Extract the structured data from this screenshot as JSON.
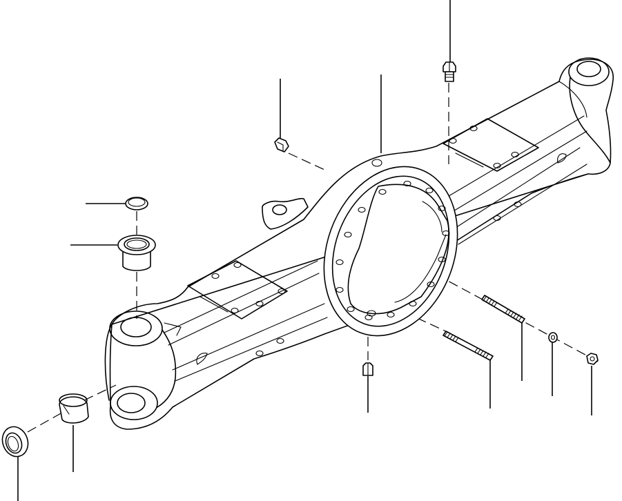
{
  "diagram": {
    "kind": "exploded-parts-view",
    "subject": "axle housing",
    "line_color": "#000000",
    "background": "#ffffff",
    "parts": [
      {
        "name": "axle-housing"
      },
      {
        "name": "breather-plug"
      },
      {
        "name": "plug-top"
      },
      {
        "name": "cap"
      },
      {
        "name": "bushing-flanged"
      },
      {
        "name": "drain-plug"
      },
      {
        "name": "stud-short"
      },
      {
        "name": "stud-long"
      },
      {
        "name": "washer"
      },
      {
        "name": "nut"
      },
      {
        "name": "bushing-sleeve"
      },
      {
        "name": "seal"
      }
    ]
  }
}
